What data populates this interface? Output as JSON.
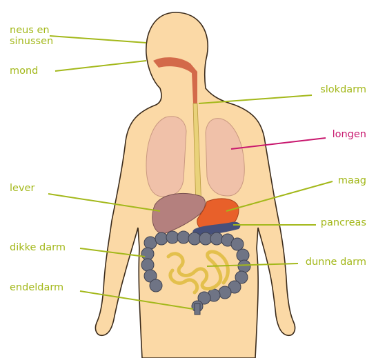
{
  "labels": {
    "neus_line1": "neus en",
    "neus_line2": "sinussen",
    "mond": "mond",
    "lever": "lever",
    "dikke_darm": "dikke darm",
    "endeldarm": "endeldarm",
    "slokdarm": "slokdarm",
    "longen": "longen",
    "maag": "maag",
    "pancreas": "pancreas",
    "dunne_darm": "dunne darm"
  },
  "colors": {
    "label_default": "#a3b81a",
    "label_highlight": "#c8176e",
    "skin": "#fbd9a6",
    "outline": "#3a2a1a",
    "lung": "#f0c1a9",
    "liver": "#b4807e",
    "stomach": "#e8602a",
    "esophagus": "#e9d27a",
    "mouth_tract": "#d36a4a",
    "large_intestine": "#6f7485",
    "small_intestine": "#e3c04d",
    "pancreas": "#46507a"
  }
}
